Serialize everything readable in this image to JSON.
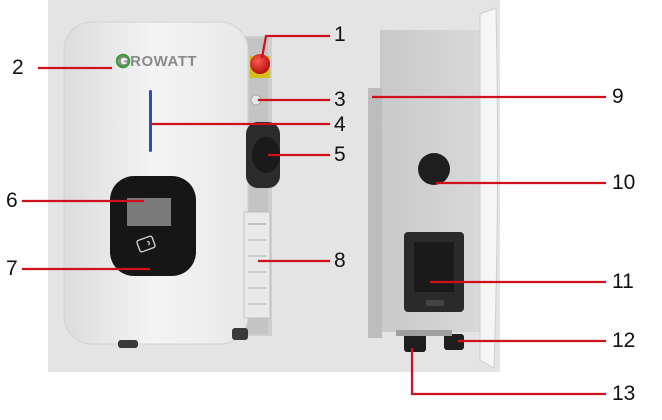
{
  "logo": {
    "text": "GROWATT"
  },
  "colors": {
    "leader_line": "#d0101a",
    "logo_green": "#3e9a3a",
    "logo_text": "#8a8a8a",
    "led_strip": "#2a4fb0",
    "background_panel": "#e4e4e4"
  },
  "callouts": [
    {
      "number": "1",
      "side": "right"
    },
    {
      "number": "2",
      "side": "left"
    },
    {
      "number": "3",
      "side": "right"
    },
    {
      "number": "4",
      "side": "right"
    },
    {
      "number": "5",
      "side": "right"
    },
    {
      "number": "6",
      "side": "left"
    },
    {
      "number": "7",
      "side": "left"
    },
    {
      "number": "8",
      "side": "right"
    },
    {
      "number": "9",
      "side": "right"
    },
    {
      "number": "10",
      "side": "right"
    },
    {
      "number": "11",
      "side": "right"
    },
    {
      "number": "12",
      "side": "right"
    },
    {
      "number": "13",
      "side": "right"
    }
  ]
}
